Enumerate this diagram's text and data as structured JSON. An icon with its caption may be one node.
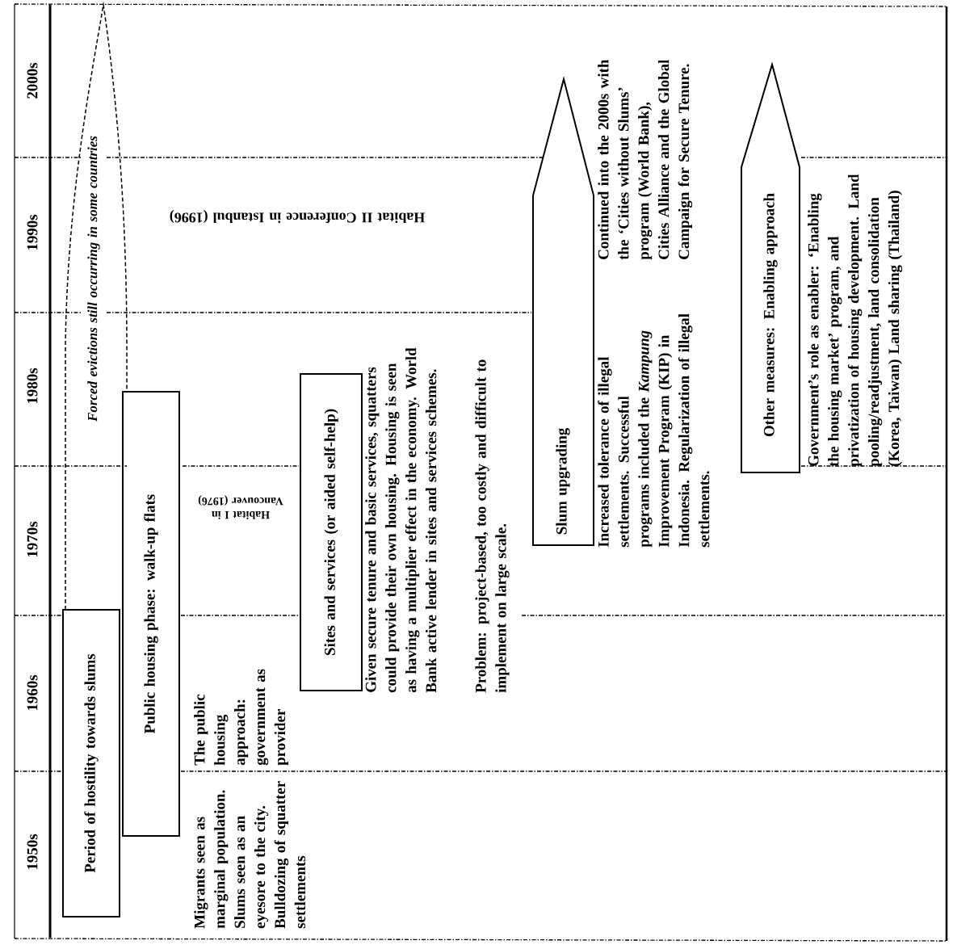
{
  "diagram": {
    "nodes": [
      {
        "text": [
          "Period of hostility towards slums"
        ]
      },
      {
        "text": [
          "Forced evictions still occurring in some countries"
        ]
      },
      {
        "text": [
          "Public housing phase: walk-up flats"
        ],
        "beside": [
          "The public housing approach: government as provider"
        ]
      },
      {
        "text": [
          "Sites and services (or aided self-help)"
        ],
        "beside": [
          "Given secure tenure and basic services, squatters could provide their own housing. Housing is seen as having a multiplier effect in the economy. World Bank active lender in sites and services schemes.",
          "Problem: project-based, too costly and difficult to implement on large scale."
        ]
      },
      {
        "text": [
          "Slum upgrading"
        ],
        "beside": [
          "Increased tolerance of illegal settlements. Successful programs included the *Kampung* Improvement Program (KIP) in Indonesia. Regularization of illegal settlements.",
          "Continued into the 2000s with the ‘Cities without Slums’ program (World Bank), Cities Alliance and the Global Campaign for Secure Tenure."
        ]
      },
      {
        "text": [
          "Other measures: Enabling approach"
        ],
        "beside": [
          "Government’s role as enabler: ‘Enabling the housing market’ program, and privatization of housing development. Land pooling/readjustment, land consolidation (Korea, Taiwan) Land sharing (Thailand)"
        ]
      }
    ],
    "labels": [
      "1950s",
      "1960s",
      "1970s",
      "1980s",
      "1990s",
      "2000s",
      "Migrants seen as marginal population. Slums seen as an eyesore to the city. Bulldozing of squatter settlements",
      "Habitat I in Vancouver (1976)",
      "Habitat II Conference in Istanbul (1996)"
    ]
  }
}
